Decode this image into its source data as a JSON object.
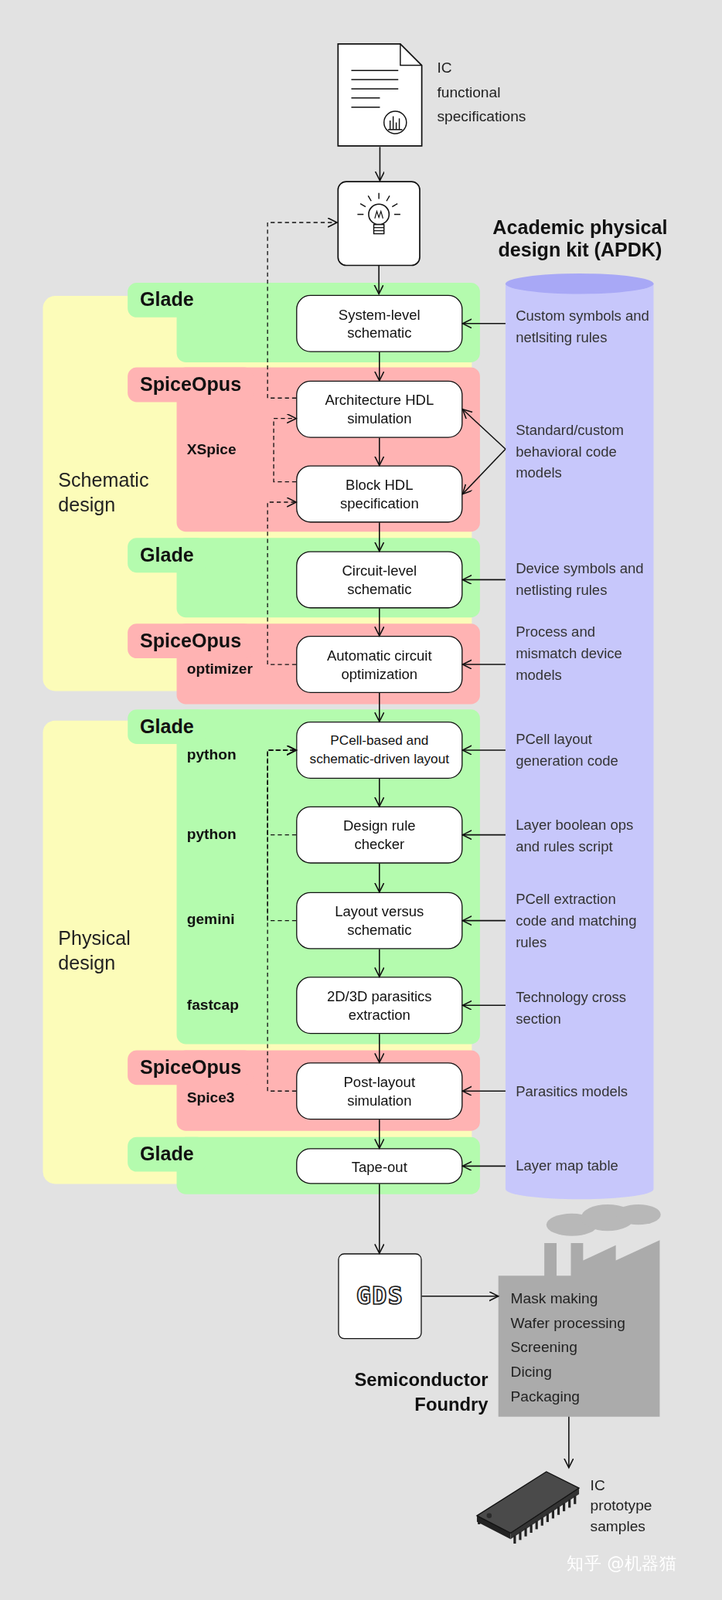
{
  "diagram": {
    "nodes": [
      {
        "text": [
          "IC functional specifications"
        ]
      },
      {
        "text": [
          "Academic physical design kit (APDK)",
          "Custom symbols and netlsiting rules",
          "Standard/custom behavioral code models",
          "Device symbols and netlisting rules",
          "Process and mismatch device models",
          "PCell layout generation code",
          "Layer boolean ops and rules script",
          "PCell extraction code and matching rules",
          "Technology cross section",
          "Parasitics models",
          "Layer map table"
        ]
      },
      {
        "text": [
          "Schematic design"
        ]
      },
      {
        "text": [
          "Glade"
        ],
        "in": 2
      },
      {
        "text": [
          "System-level schematic"
        ],
        "in": 3
      },
      {
        "text": [
          "SpiceOpus",
          "XSpice"
        ],
        "in": 2
      },
      {
        "text": [
          "Architecture HDL simulation"
        ],
        "in": 5
      },
      {
        "text": [
          "Block HDL specification"
        ],
        "in": 5
      },
      {
        "text": [
          "Glade"
        ],
        "in": 2
      },
      {
        "text": [
          "Circuit-level schematic"
        ],
        "in": 8
      },
      {
        "text": [
          "SpiceOpus",
          "optimizer"
        ],
        "in": 2
      },
      {
        "text": [
          "Automatic circuit optimization"
        ],
        "in": 10
      },
      {
        "text": [
          "Physical design"
        ]
      },
      {
        "text": [
          "Glade",
          "python",
          "python",
          "gemini",
          "fastcap"
        ],
        "in": 12
      },
      {
        "text": [
          "PCell-based and schematic-driven layout"
        ],
        "in": 13
      },
      {
        "text": [
          "Design rule checker"
        ],
        "in": 13
      },
      {
        "text": [
          "Layout versus schematic"
        ],
        "in": 13
      },
      {
        "text": [
          "2D/3D parasitics extraction"
        ],
        "in": 13
      },
      {
        "text": [
          "SpiceOpus",
          "Spice3"
        ],
        "in": 12
      },
      {
        "text": [
          "Post-layout simulation"
        ],
        "in": 18
      },
      {
        "text": [
          "Glade"
        ],
        "in": 12
      },
      {
        "text": [
          "Tape-out"
        ],
        "in": 20
      },
      {
        "text": [
          "GDS"
        ]
      },
      {
        "text": [
          "Semiconductor Foundry",
          "Mask making",
          "Wafer processing",
          "Screening",
          "Dicing",
          "Packaging"
        ]
      },
      {
        "text": [
          "IC prototype samples"
        ]
      }
    ],
    "edges": [
      {
        "from": 4,
        "to": 6,
        "arrow": "to"
      },
      {
        "from": 6,
        "to": 7,
        "arrow": "to"
      },
      {
        "from": 7,
        "to": 9,
        "arrow": "to"
      },
      {
        "from": 9,
        "to": 11,
        "arrow": "to"
      },
      {
        "from": 11,
        "to": 14,
        "arrow": "to"
      },
      {
        "from": 14,
        "to": 15,
        "arrow": "to"
      },
      {
        "from": 15,
        "to": 16,
        "arrow": "to"
      },
      {
        "from": 16,
        "to": 17,
        "arrow": "to"
      },
      {
        "from": 17,
        "to": 19,
        "arrow": "to"
      },
      {
        "from": 19,
        "to": 21,
        "arrow": "to"
      },
      {
        "from": 21,
        "to": 22,
        "arrow": "to"
      },
      {
        "from": 22,
        "to": 23,
        "arrow": "to"
      },
      {
        "from": 23,
        "to": 24,
        "arrow": "to"
      },
      {
        "from": 1,
        "to": 4,
        "arrow": "to"
      },
      {
        "from": 1,
        "to": 6,
        "arrow": "to"
      },
      {
        "from": 1,
        "to": 7,
        "arrow": "to"
      },
      {
        "from": 1,
        "to": 9,
        "arrow": "to"
      },
      {
        "from": 1,
        "to": 11,
        "arrow": "to"
      },
      {
        "from": 1,
        "to": 14,
        "arrow": "to"
      },
      {
        "from": 1,
        "to": 15,
        "arrow": "to"
      },
      {
        "from": 1,
        "to": 16,
        "arrow": "to"
      },
      {
        "from": 1,
        "to": 17,
        "arrow": "to"
      },
      {
        "from": 1,
        "to": 19,
        "arrow": "to"
      },
      {
        "from": 1,
        "to": 21,
        "arrow": "to"
      },
      {
        "from": 7,
        "to": 6,
        "arrow": "to"
      },
      {
        "from": 11,
        "to": 7,
        "arrow": "to"
      },
      {
        "from": 15,
        "to": 14,
        "arrow": "to"
      },
      {
        "from": 16,
        "to": 14,
        "arrow": "to"
      },
      {
        "from": 19,
        "to": 14,
        "arrow": "to"
      }
    ],
    "labels": [
      "知乎 @机器猫"
    ]
  }
}
